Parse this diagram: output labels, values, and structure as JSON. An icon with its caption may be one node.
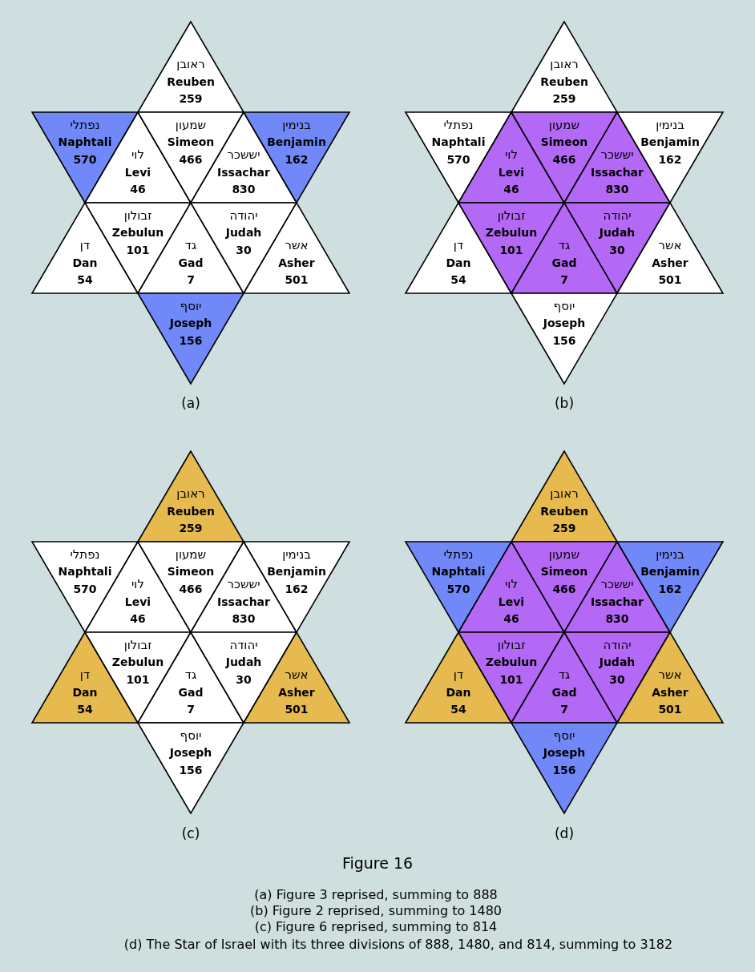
{
  "diagram": {
    "caption": "Figure 16",
    "nodes": [
      {
        "text": [
          "ראובן",
          "Reuben",
          "259"
        ]
      },
      {
        "text": [
          "נפתלי",
          "Naphtali",
          "570"
        ]
      },
      {
        "text": [
          "לוי",
          "Levi",
          "46"
        ]
      },
      {
        "text": [
          "שמעון",
          "Simeon",
          "466"
        ]
      },
      {
        "text": [
          "יששכר",
          "Issachar",
          "830"
        ]
      },
      {
        "text": [
          "בנימין",
          "Benjamin",
          "162"
        ]
      },
      {
        "text": [
          "דן",
          "Dan",
          "54"
        ]
      },
      {
        "text": [
          "זבולון",
          "Zebulun",
          "101"
        ]
      },
      {
        "text": [
          "גד",
          "Gad",
          "7"
        ]
      },
      {
        "text": [
          "יהודה",
          "Judah",
          "30"
        ]
      },
      {
        "text": [
          "אשר",
          "Asher",
          "501"
        ]
      },
      {
        "text": [
          "יוסף",
          "Joseph",
          "156"
        ]
      },
      {
        "text": [
          "ראובן",
          "Reuben",
          "259"
        ]
      },
      {
        "text": [
          "נפתלי",
          "Naphtali",
          "570"
        ]
      },
      {
        "text": [
          "לוי",
          "Levi",
          "46"
        ]
      },
      {
        "text": [
          "שמעון",
          "Simeon",
          "466"
        ]
      },
      {
        "text": [
          "יששכר",
          "Issachar",
          "830"
        ]
      },
      {
        "text": [
          "בנימין",
          "Benjamin",
          "162"
        ]
      },
      {
        "text": [
          "דן",
          "Dan",
          "54"
        ]
      },
      {
        "text": [
          "זבולון",
          "Zebulun",
          "101"
        ]
      },
      {
        "text": [
          "גד",
          "Gad",
          "7"
        ]
      },
      {
        "text": [
          "יהודה",
          "Judah",
          "30"
        ]
      },
      {
        "text": [
          "אשר",
          "Asher",
          "501"
        ]
      },
      {
        "text": [
          "יוסף",
          "Joseph",
          "156"
        ]
      },
      {
        "text": [
          "ראובן",
          "Reuben",
          "259"
        ]
      },
      {
        "text": [
          "נפתלי",
          "Naphtali",
          "570"
        ]
      },
      {
        "text": [
          "לוי",
          "Levi",
          "46"
        ]
      },
      {
        "text": [
          "שמעון",
          "Simeon",
          "466"
        ]
      },
      {
        "text": [
          "יששכר",
          "Issachar",
          "830"
        ]
      },
      {
        "text": [
          "בנימין",
          "Benjamin",
          "162"
        ]
      },
      {
        "text": [
          "דן",
          "Dan",
          "54"
        ]
      },
      {
        "text": [
          "זבולון",
          "Zebulun",
          "101"
        ]
      },
      {
        "text": [
          "גד",
          "Gad",
          "7"
        ]
      },
      {
        "text": [
          "יהודה",
          "Judah",
          "30"
        ]
      },
      {
        "text": [
          "אשר",
          "Asher",
          "501"
        ]
      },
      {
        "text": [
          "יוסף",
          "Joseph",
          "156"
        ]
      },
      {
        "text": [
          "ראובן",
          "Reuben",
          "259"
        ]
      },
      {
        "text": [
          "נפתלי",
          "Naphtali",
          "570"
        ]
      },
      {
        "text": [
          "לוי",
          "Levi",
          "46"
        ]
      },
      {
        "text": [
          "שמעון",
          "Simeon",
          "466"
        ]
      },
      {
        "text": [
          "יששכר",
          "Issachar",
          "830"
        ]
      },
      {
        "text": [
          "בנימין",
          "Benjamin",
          "162"
        ]
      },
      {
        "text": [
          "דן",
          "Dan",
          "54"
        ]
      },
      {
        "text": [
          "זבולון",
          "Zebulun",
          "101"
        ]
      },
      {
        "text": [
          "גד",
          "Gad",
          "7"
        ]
      },
      {
        "text": [
          "יהודה",
          "Judah",
          "30"
        ]
      },
      {
        "text": [
          "אשר",
          "Asher",
          "501"
        ]
      },
      {
        "text": [
          "יוסף",
          "Joseph",
          "156"
        ]
      }
    ],
    "labels": [
      "(a)",
      "(b)",
      "(c)",
      "(d)",
      "(a) Figure 3 reprised, summing to 888",
      "(b) Figure 2 reprised, summing to 1480",
      "(c) Figure 6 reprised, summing to 814",
      "(d) The Star of Israel with its three divisions of 888, 1480, and 814, summing to 3182"
    ]
  }
}
